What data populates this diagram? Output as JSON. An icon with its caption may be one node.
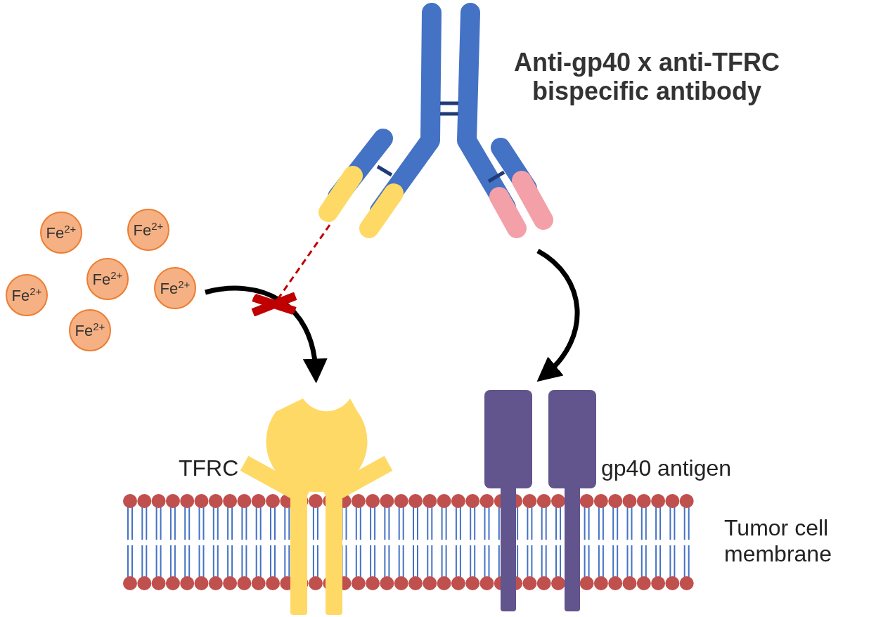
{
  "diagram": {
    "nodes": [
      {
        "text": [
          "Fe$^{2+}$"
        ]
      },
      {
        "text": [
          "Fe$^{2+}$"
        ]
      },
      {
        "text": [
          "Fe$^{2+}$"
        ]
      },
      {
        "text": [
          "Fe$^{2+}$"
        ]
      },
      {
        "text": [
          "Fe$^{2+}$"
        ]
      },
      {
        "text": [
          "Fe$^{2+}$"
        ]
      },
      {
        "text": [],
        "shape": "picture",
        "beside": [
          "Anti-gp40 x anti-TFRC bispecific antibody"
        ]
      },
      {
        "text": [],
        "shape": "picture",
        "beside": [
          "TFRC"
        ]
      },
      {
        "text": [],
        "shape": "picture",
        "beside": [
          "gp40 antigen"
        ]
      }
    ],
    "edges": [
      {
        "from": 3,
        "to": 7,
        "arrow": "to"
      },
      {
        "from": 6,
        "to": 8,
        "arrow": "to"
      },
      {
        "from": 6,
        "to": null,
        "arrow": "other",
        "style": "dashed",
        "color": "#c00000"
      }
    ],
    "labels": [
      "Tumor cell membrane"
    ]
  }
}
